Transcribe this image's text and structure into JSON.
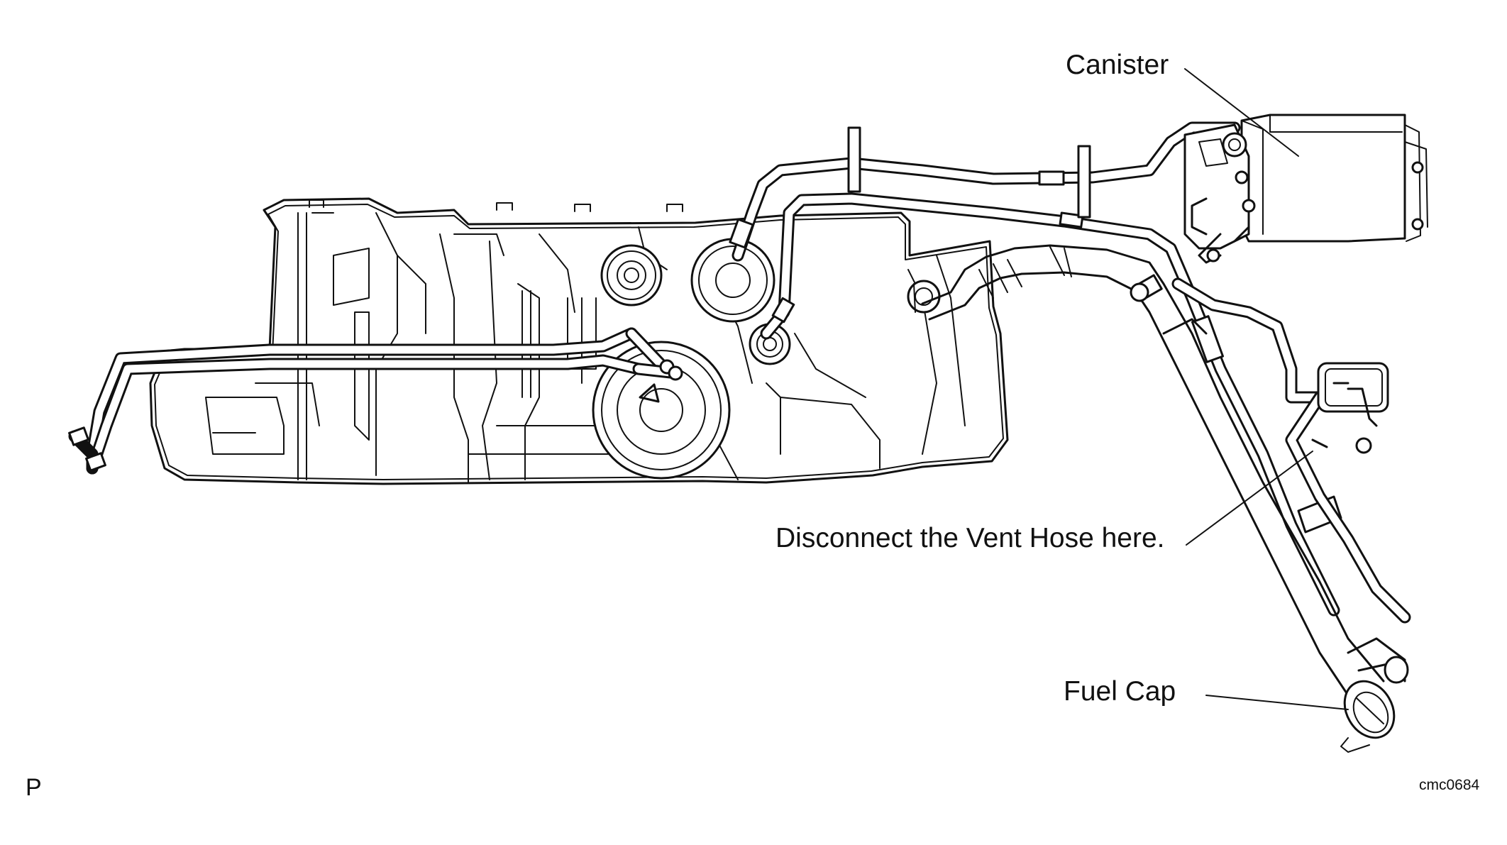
{
  "labels": {
    "canister": "Canister",
    "vent_hose": "Disconnect the Vent Hose here.",
    "fuel_cap": "Fuel Cap"
  },
  "footer": {
    "left_code": "P",
    "figure_id": "cmc0684"
  }
}
